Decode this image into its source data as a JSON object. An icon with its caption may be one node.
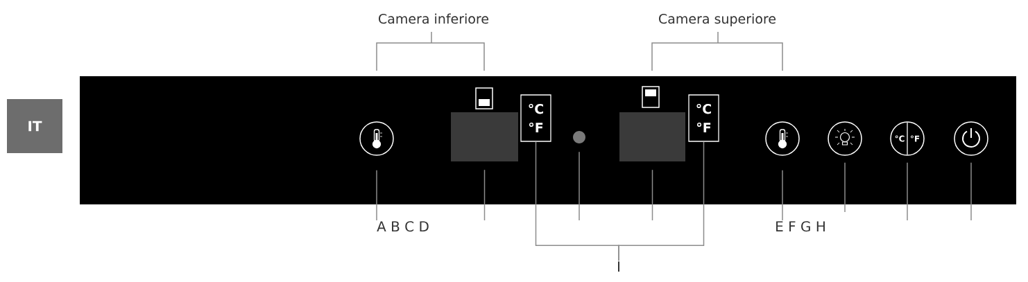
{
  "diagram": {
    "nodes": [
      {
        "text": [
          "IT"
        ]
      },
      {
        "text": [],
        "shape": "bar"
      },
      {
        "text": [],
        "shape": "circle",
        "in": 1
      },
      {
        "text": [],
        "shape": "box",
        "in": 1
      },
      {
        "text": [
          "°C",
          "°F"
        ],
        "in": 1
      },
      {
        "text": [],
        "shape": "circle",
        "in": 1
      },
      {
        "text": [],
        "shape": "box",
        "in": 1
      },
      {
        "text": [
          "°C",
          "°F"
        ],
        "in": 1
      },
      {
        "text": [],
        "shape": "circle",
        "in": 1
      },
      {
        "text": [],
        "shape": "circle",
        "in": 1
      },
      {
        "text": [
          "°C",
          "°F"
        ],
        "in": 1
      },
      {
        "text": [],
        "shape": "circle",
        "in": 1
      },
      {
        "text": [
          "A B C D"
        ]
      },
      {
        "text": [
          "E F G H"
        ]
      },
      {
        "text": [
          "I"
        ]
      }
    ],
    "edges": [
      {
        "from": 12,
        "to": 2,
        "arrow": "none"
      },
      {
        "from": null,
        "to": 3,
        "arrow": "none"
      },
      {
        "from": 14,
        "to": 4,
        "arrow": "none"
      },
      {
        "from": null,
        "to": 5,
        "arrow": "none"
      },
      {
        "from": null,
        "to": 6,
        "arrow": "none"
      },
      {
        "from": 14,
        "to": 7,
        "arrow": "none"
      },
      {
        "from": 13,
        "to": 8,
        "arrow": "none"
      },
      {
        "from": null,
        "to": 9,
        "arrow": "none"
      },
      {
        "from": null,
        "to": 10,
        "arrow": "none"
      },
      {
        "from": null,
        "to": 11,
        "arrow": "none"
      }
    ],
    "labels": [
      "Camera inferiore",
      "Camera superiore"
    ]
  }
}
